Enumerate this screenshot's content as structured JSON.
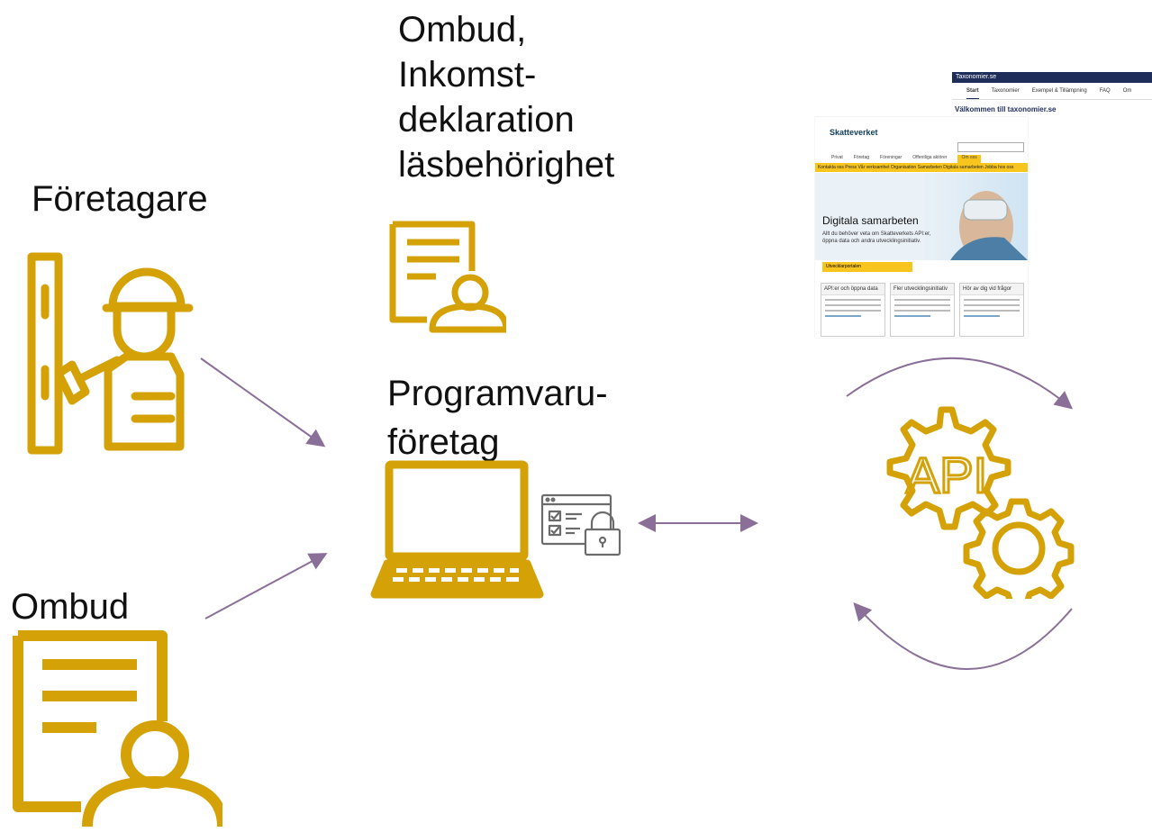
{
  "labels": {
    "foretagare": "Företagare",
    "ombud": "Ombud",
    "ombud_inkomst": [
      "Ombud,",
      "Inkomst-",
      "deklaration",
      "läsbehörighet"
    ],
    "programvaru": [
      "Programvaru-",
      "företag"
    ]
  },
  "taxonomier": {
    "site": "Taxonomier.se",
    "nav": [
      "Start",
      "Taxonomier",
      "Exempel & Tillämpning",
      "FAQ",
      "Om"
    ],
    "heading": "Välkommen till taxonomier.se"
  },
  "skatteverket": {
    "logo": "Skatteverket",
    "tabs": [
      "Privat",
      "Företag",
      "Föreningar",
      "Offentliga aktörer",
      "Om oss"
    ],
    "subnav": "Kontakta oss  Press  Vår verksamhet  Organisation  Samarbeten  Digitala samarbeten  Jobba hos oss",
    "hero_title": "Digitala samarbeten",
    "hero_text": [
      "Allt du behöver veta om Skatteverkets API:er,",
      "öppna data och andra utvecklingsinitiativ."
    ],
    "button": "Utvecklarportalen",
    "cards": [
      "API:er och öppna data",
      "Fler utvecklingsinitiativ",
      "Hör av dig vid frågor"
    ]
  },
  "api_label": "API",
  "colors": {
    "icon": "#d4a106",
    "arrow": "#8a6f98"
  }
}
